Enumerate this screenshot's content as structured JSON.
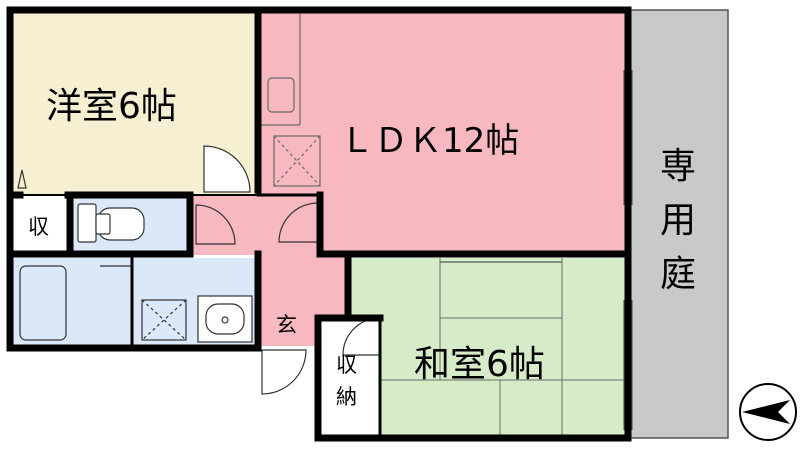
{
  "floor_plan": {
    "rooms": {
      "western_room": "洋室6帖",
      "ldk": "ＬＤＫ12帖",
      "japanese_room": "和室6帖",
      "private_garden": [
        "専",
        "用",
        "庭"
      ],
      "closet_small": "収",
      "entrance": "玄",
      "storage": [
        "収",
        "納"
      ]
    },
    "colors": {
      "western_room": "#f7efd2",
      "ldk": "#f7b8c0",
      "japanese_room": "#d6ecc9",
      "wet_area": "#dbe8f7",
      "garden": "#c9c9c9",
      "wall": "#000000"
    },
    "compass": "north-arrow-pointing-left"
  }
}
